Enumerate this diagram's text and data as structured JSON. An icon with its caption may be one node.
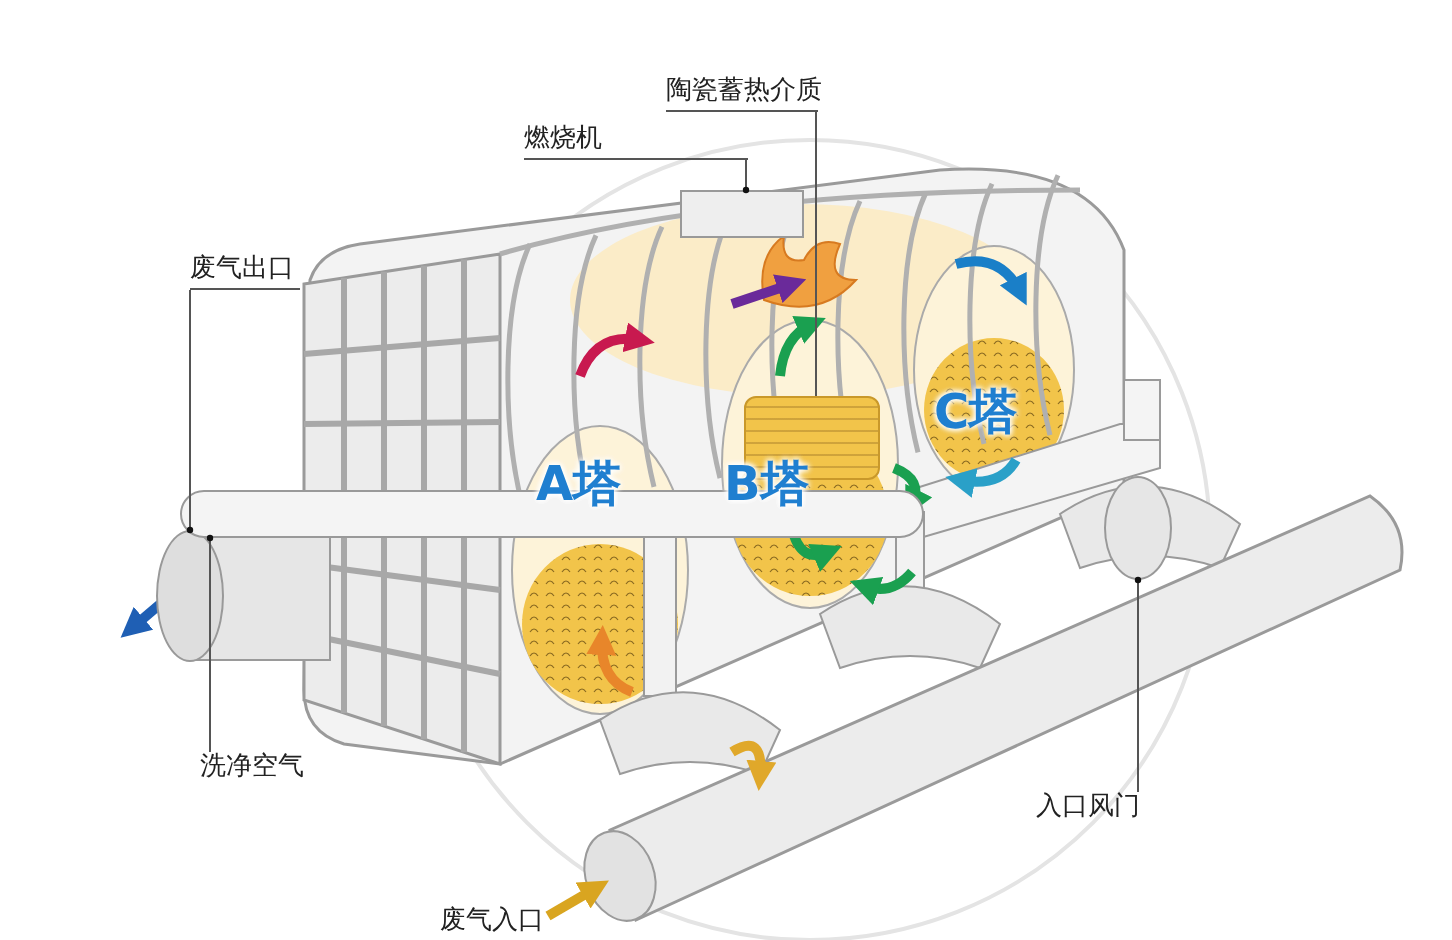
{
  "diagram": {
    "nodes": [
      {
        "text": [
          "陶瓷蓄热介质"
        ]
      },
      {
        "text": [],
        "shape": "box"
      },
      {
        "text": [
          "燃烧机"
        ]
      },
      {
        "text": [],
        "shape": "box"
      },
      {
        "text": [
          "废气出口"
        ]
      },
      {
        "text": [],
        "shape": "circle"
      },
      {
        "text": [
          "洗净空气"
        ]
      },
      {
        "text": [],
        "shape": "bar"
      },
      {
        "text": [
          "入口风门"
        ]
      },
      {
        "text": [],
        "shape": "circle"
      }
    ],
    "edges": [
      {
        "from": 0,
        "to": 1,
        "arrow": "none"
      },
      {
        "from": 2,
        "to": 3,
        "arrow": "other"
      },
      {
        "from": 4,
        "to": 5,
        "arrow": "other"
      },
      {
        "from": 6,
        "to": 7,
        "arrow": "other"
      },
      {
        "from": 8,
        "to": 9,
        "arrow": "other"
      }
    ],
    "labels": [
      "A塔",
      "B塔",
      "C塔",
      "废气入口"
    ]
  }
}
